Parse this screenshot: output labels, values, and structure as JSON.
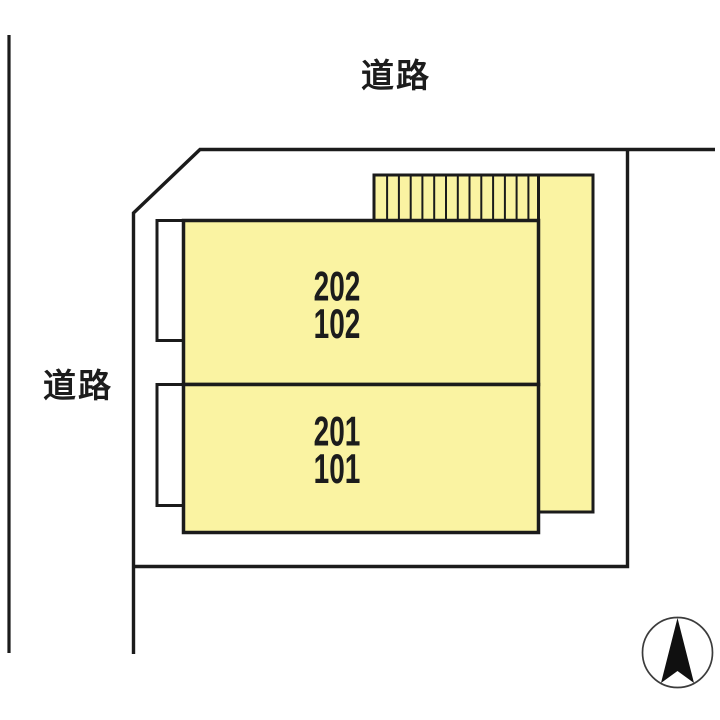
{
  "labels": {
    "road_top": "道路",
    "road_left": "道路"
  },
  "units": {
    "upper": {
      "line1": "202",
      "line2": "102"
    },
    "lower": {
      "line1": "201",
      "line2": "101"
    }
  },
  "icons": {
    "compass": "north-arrow"
  },
  "colors": {
    "building_fill": "#faf3a2",
    "notch_fill": "#ffffff",
    "outline": "#1b1b1b",
    "hatch_line": "#1b1b1b",
    "text": "#1c1c1c",
    "compass_stroke": "#3c3c3c",
    "compass_fill": "#101010"
  }
}
